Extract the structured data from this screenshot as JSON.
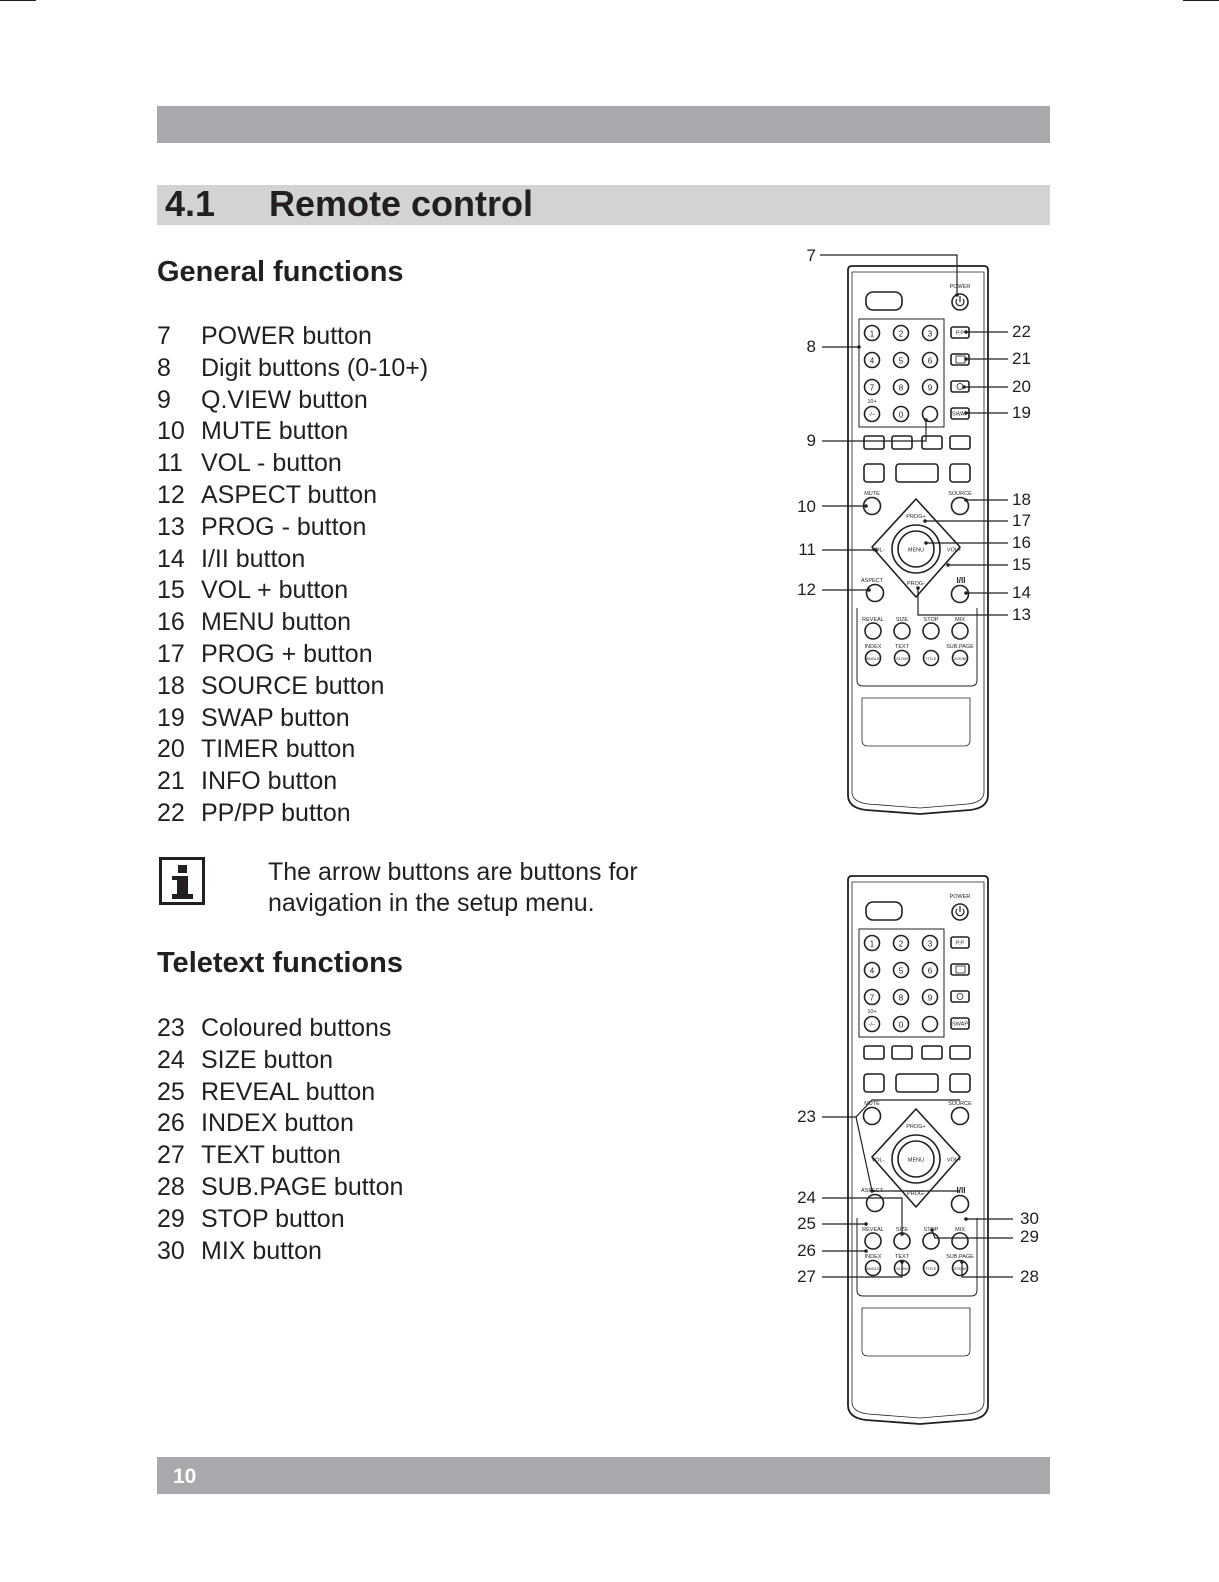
{
  "section": {
    "number": "4.1",
    "title": "Remote control"
  },
  "general": {
    "heading": "General functions",
    "items": [
      {
        "num": "7",
        "label": "POWER button"
      },
      {
        "num": "8",
        "label": "Digit buttons (0-10+)"
      },
      {
        "num": "9",
        "label": "Q.VIEW button"
      },
      {
        "num": "10",
        "label": "MUTE button"
      },
      {
        "num": "11",
        "label": "VOL - button"
      },
      {
        "num": "12",
        "label": "ASPECT button"
      },
      {
        "num": "13",
        "label": "PROG - button"
      },
      {
        "num": "14",
        "label": "I/II button"
      },
      {
        "num": "15",
        "label": "VOL + button"
      },
      {
        "num": "16",
        "label": "MENU button"
      },
      {
        "num": "17",
        "label": "PROG + button"
      },
      {
        "num": "18",
        "label": "SOURCE button"
      },
      {
        "num": "19",
        "label": "SWAP button"
      },
      {
        "num": "20",
        "label": "TIMER button"
      },
      {
        "num": "21",
        "label": "INFO button"
      },
      {
        "num": "22",
        "label": "PP/PP button"
      }
    ]
  },
  "note": {
    "icon": "info-icon",
    "text": "The arrow buttons are buttons for navigation in the setup menu."
  },
  "teletext": {
    "heading": "Teletext functions",
    "items": [
      {
        "num": "23",
        "label": "Coloured buttons"
      },
      {
        "num": "24",
        "label": "SIZE button"
      },
      {
        "num": "25",
        "label": "REVEAL button"
      },
      {
        "num": "26",
        "label": "INDEX button"
      },
      {
        "num": "27",
        "label": "TEXT button"
      },
      {
        "num": "28",
        "label": "SUB.PAGE button"
      },
      {
        "num": "29",
        "label": "STOP button"
      },
      {
        "num": "30",
        "label": "MIX button"
      }
    ]
  },
  "remote": {
    "power_label": "POWER",
    "mute_label": "MUTE",
    "source_label": "SOURCE",
    "aspect_label": "ASPECT",
    "i_ii_label": "I/II",
    "prog_plus": "PROG+",
    "prog_minus": "PROG-",
    "vol_minus": "VOL-",
    "vol_plus": "VOL+",
    "menu": "MENU",
    "ten_plus": "10+",
    "pp": "P.P",
    "swap": "SWAP",
    "teletext_top": [
      "REVEAL",
      "SIZE",
      "STOP",
      "MIX"
    ],
    "teletext_bottom": [
      "INDEX",
      "TEXT",
      "",
      "SUB.PAGE"
    ],
    "teletext_small": [
      "ANGLE",
      "SLOW",
      "TITLE",
      "ZOOM"
    ]
  },
  "callouts_top": [
    "7",
    "8",
    "9",
    "10",
    "11",
    "12",
    "22",
    "21",
    "20",
    "19",
    "18",
    "17",
    "16",
    "15",
    "14",
    "13"
  ],
  "callouts_bottom": [
    "23",
    "24",
    "25",
    "26",
    "27",
    "30",
    "29",
    "28"
  ],
  "footer": {
    "page": "10"
  }
}
